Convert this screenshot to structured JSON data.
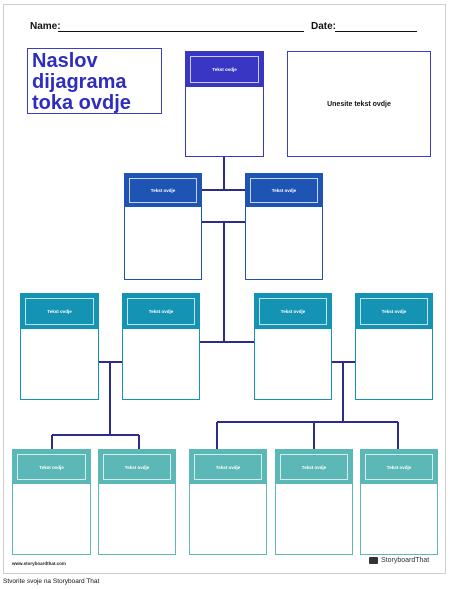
{
  "header": {
    "name_label": "Name:",
    "date_label": "Date:"
  },
  "title": "Naslov dijagrama toka ovdje",
  "text_box": "Unesite tekst ovdje",
  "node_label": "Tekst ovdje",
  "colors": {
    "level1": "#3a36c4",
    "level2": "#1e55b4",
    "level3": "#1593b5",
    "level4": "#5bb8b6",
    "connector": "#2c2d8a"
  },
  "footer": {
    "url": "www.storyboardthat.com",
    "brand": "StoryboardThat"
  },
  "caption": "Stvorite svoje na Storyboard That"
}
